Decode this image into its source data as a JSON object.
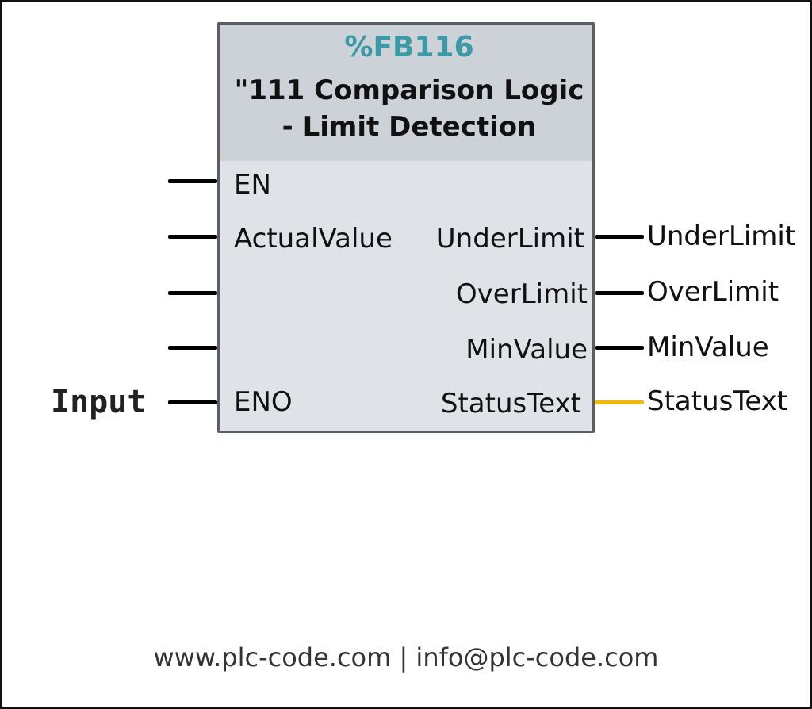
{
  "block": {
    "id": "%FB116",
    "title_line1": "\"111 Comparison Logic",
    "title_line2": "- Limit Detection"
  },
  "inputs": {
    "en": "EN",
    "actual_value": "ActualValue",
    "eno": "ENO"
  },
  "outputs": {
    "under_limit": "UnderLimit",
    "over_limit": "OverLimit",
    "min_value": "MinValue",
    "status_text": "StatusText"
  },
  "connections": {
    "under_limit": "UnderLimit",
    "over_limit": "OverLimit",
    "min_value": "MinValue",
    "status_text": "StatusText"
  },
  "input_tag": "Input",
  "footer": "www.plc-code.com | info@plc-code.com",
  "colors": {
    "id_accent": "#3b9aa6",
    "status_wire": "#f2b705",
    "wire": "#000000"
  }
}
